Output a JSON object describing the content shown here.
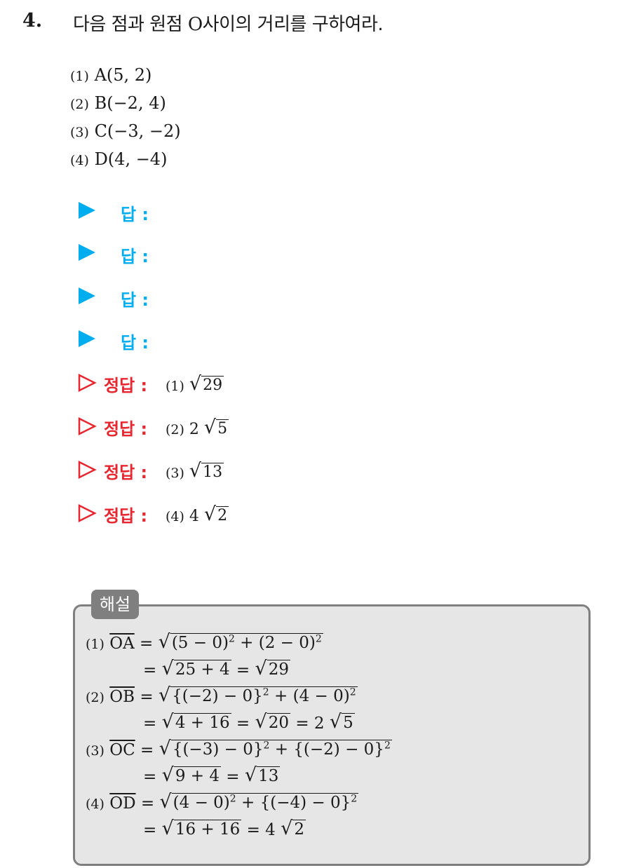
{
  "question": {
    "number": "4.",
    "text_before": "다음 점과 원점 ",
    "origin": "O",
    "text_after": "사이의 거리를 구하여라."
  },
  "items": [
    {
      "num": "(1)",
      "text": "A(5,  2)"
    },
    {
      "num": "(2)",
      "text": "B(−2,  4)"
    },
    {
      "num": "(3)",
      "text": "C(−3,  −2)"
    },
    {
      "num": "(4)",
      "text": "D(4,  −4)"
    }
  ],
  "answer_label": "답 :",
  "correct_label": "정답 :",
  "correct": [
    {
      "num": "(1)",
      "coef": "",
      "rad": "29"
    },
    {
      "num": "(2)",
      "coef": "2",
      "rad": "5"
    },
    {
      "num": "(3)",
      "coef": "",
      "rad": "13"
    },
    {
      "num": "(4)",
      "coef": "4",
      "rad": "2"
    }
  ],
  "solution": {
    "title": "해설",
    "lines": [
      {
        "num": "(1)",
        "seg": "OA",
        "eq": "=",
        "expr": "(5 − 0)",
        "sup1": "2",
        "mid": " + (2 − 0)",
        "sup2": "2"
      },
      {
        "eq": "=",
        "rad_a": "25 + 4",
        "eq2": "=",
        "rad_b": "29"
      },
      {
        "num": "(2)",
        "seg": "OB",
        "eq": "=",
        "expr": "{(−2) − 0}",
        "sup1": "2",
        "mid": " + (4 − 0)",
        "sup2": "2"
      },
      {
        "eq": "=",
        "rad_a": "4 + 16",
        "eq2": "=",
        "rad_b": "20",
        "tail": "= 2",
        "rad_c": "5"
      },
      {
        "num": "(3)",
        "seg": "OC",
        "eq": "=",
        "expr": "{(−3) − 0}",
        "sup1": "2",
        "mid": " + {(−2) − 0}",
        "sup2": "2"
      },
      {
        "eq": "=",
        "rad_a": "9 + 4",
        "eq2": "=",
        "rad_b": "13"
      },
      {
        "num": "(4)",
        "seg": "OD",
        "eq": "=",
        "expr": "(4 − 0)",
        "sup1": "2",
        "mid": " + {(−4) − 0}",
        "sup2": "2"
      },
      {
        "eq": "=",
        "rad_a": "16 + 16",
        "eq2": "= 4",
        "rad_b": "2"
      }
    ]
  },
  "colors": {
    "answer": "#00aeef",
    "correct": "#e8262f",
    "box_bg": "#e6e6e6",
    "box_border": "#7f7f7f"
  },
  "icons": {
    "answer_marker": "filled-triangle-icon",
    "correct_marker": "outline-triangle-icon"
  }
}
